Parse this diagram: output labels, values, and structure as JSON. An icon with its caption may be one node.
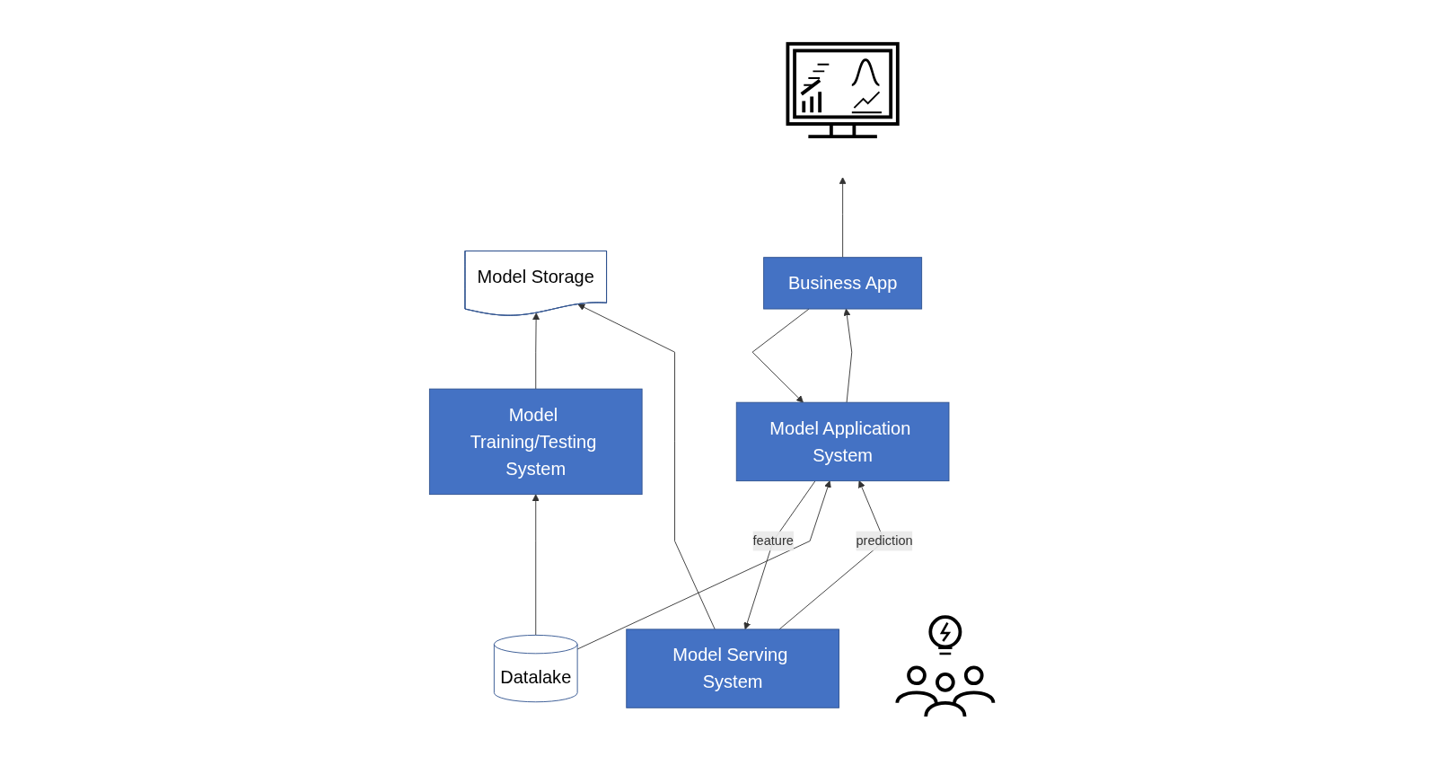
{
  "diagram": {
    "nodes": [
      {
        "text": [
          "Model Storage"
        ]
      },
      {
        "text": [
          "Model Serving System"
        ]
      },
      {
        "text": [
          "Model Training/Testing System"
        ]
      },
      {
        "text": [
          "Model Application System"
        ]
      },
      {
        "text": [
          "Business App"
        ]
      },
      {
        "text": [],
        "shape": "picture"
      },
      {
        "text": [
          "Datalake"
        ]
      },
      {
        "text": [],
        "shape": "picture"
      }
    ],
    "edges": [
      {
        "from": 1,
        "to": 0,
        "arrow": "to"
      },
      {
        "from": 2,
        "to": 0,
        "arrow": "to"
      },
      {
        "from": 3,
        "to": 1,
        "arrow": "to",
        "label": "feature"
      },
      {
        "from": 1,
        "to": 3,
        "arrow": "to",
        "label": "prediction"
      },
      {
        "from": 4,
        "to": 3,
        "arrow": "to"
      },
      {
        "from": 3,
        "to": 4,
        "arrow": "to"
      },
      {
        "from": 4,
        "to": 5,
        "arrow": "to"
      },
      {
        "from": 6,
        "to": 2,
        "arrow": "to"
      },
      {
        "from": 6,
        "to": 3,
        "arrow": "to"
      }
    ]
  }
}
